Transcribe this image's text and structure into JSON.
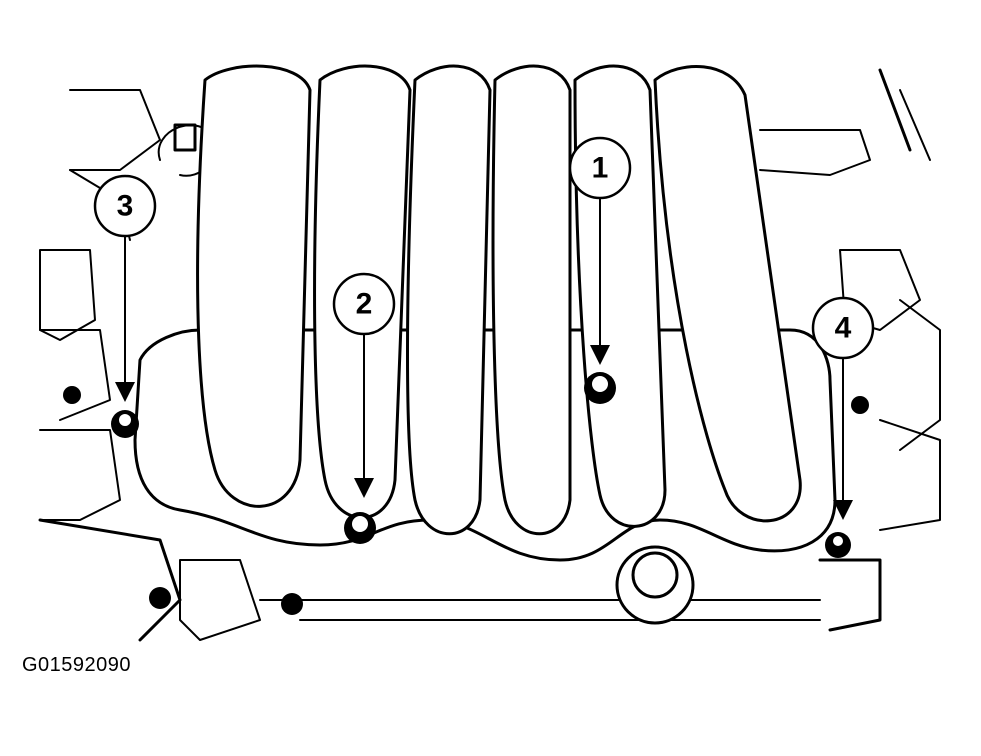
{
  "figure_id": "G01592090",
  "callouts": [
    {
      "label": "1"
    },
    {
      "label": "2"
    },
    {
      "label": "3"
    },
    {
      "label": "4"
    }
  ],
  "colors": {
    "ink": "#000000",
    "paper": "#ffffff"
  }
}
